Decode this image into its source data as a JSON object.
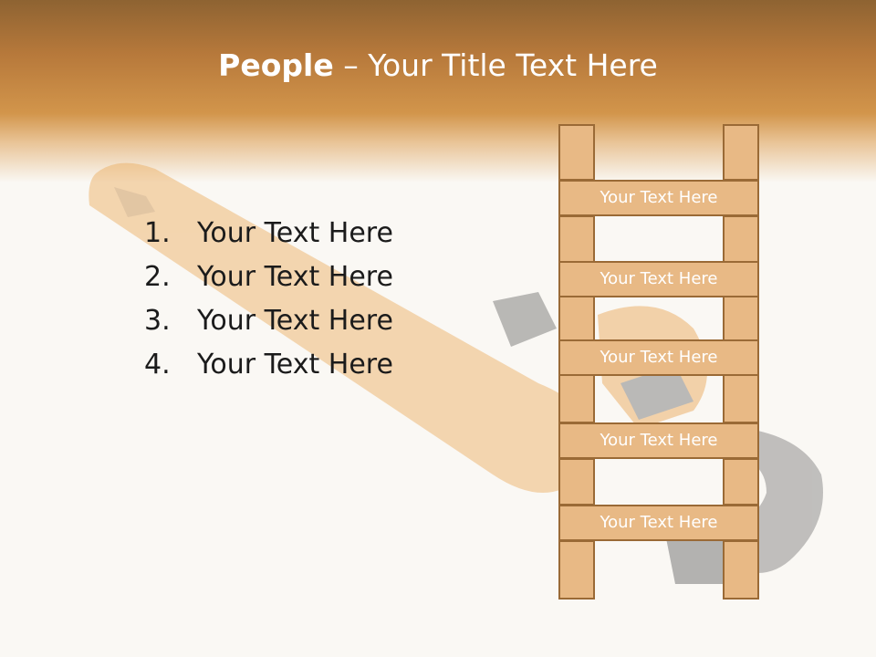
{
  "title": {
    "strong": "People",
    "rest": " – Your Title Text Here"
  },
  "list": [
    {
      "num": "1.",
      "text": "Your Text Here"
    },
    {
      "num": "2.",
      "text": "Your Text Here"
    },
    {
      "num": "3.",
      "text": "Your Text Here"
    },
    {
      "num": "4.",
      "text": "Your Text Here"
    }
  ],
  "ladder": [
    "Your Text Here",
    "Your Text Here",
    "Your Text Here",
    "Your Text Here",
    "Your Text Here"
  ],
  "colors": {
    "header": "#d2954b",
    "ladder": "#e8b985",
    "ladder_border": "#9a6a36"
  },
  "background_image": "wrench-image"
}
